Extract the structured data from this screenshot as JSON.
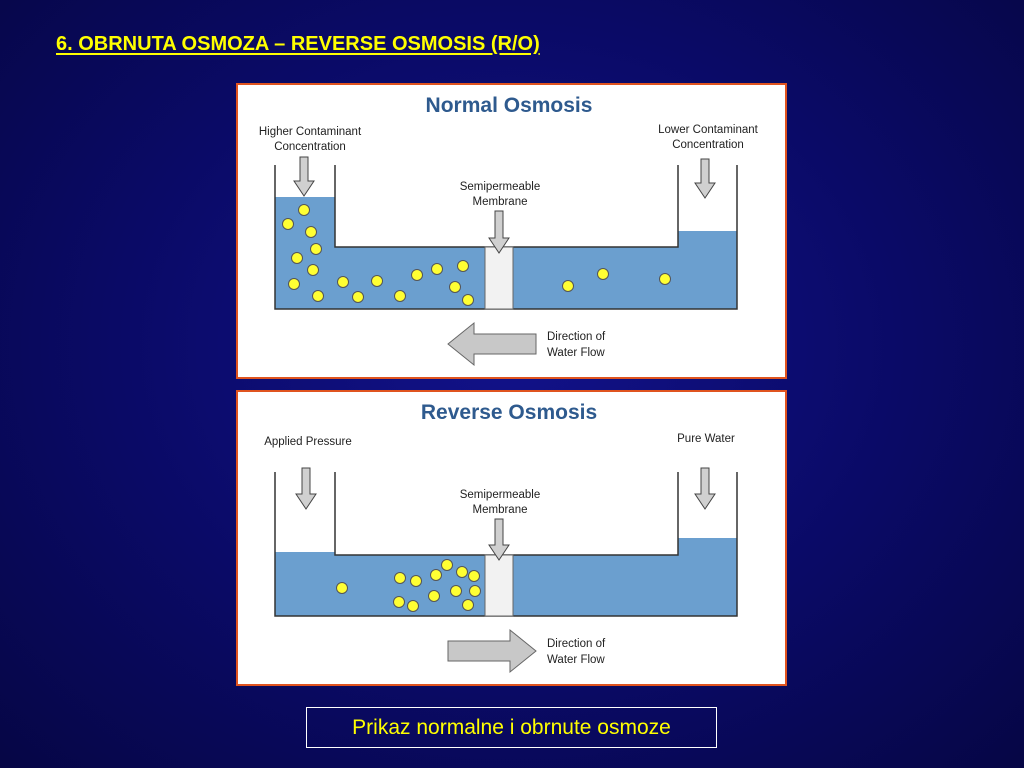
{
  "slide": {
    "title": "6. OBRNUTA OSMOZA – REVERSE OSMOSIS (R/O)",
    "caption": "Prikaz normalne i obrnute osmoze"
  },
  "colors": {
    "background": "#0a0a66",
    "title": "#ffff00",
    "panel_border": "#e0541f",
    "water": "#6b9fcf",
    "particle": "#ffff33",
    "arrow": "#c8c8c8",
    "panel_title": "#2e5a8e"
  },
  "normal": {
    "title": "Normal Osmosis",
    "left_label_1": "Higher Contaminant",
    "left_label_2": "Concentration",
    "right_label_1": "Lower Contaminant",
    "right_label_2": "Concentration",
    "membrane_label_1": "Semipermeable",
    "membrane_label_2": "Membrane",
    "flow_label_1": "Direction of",
    "flow_label_2": "Water Flow",
    "flow_direction": "left"
  },
  "reverse": {
    "title": "Reverse Osmosis",
    "left_label": "Applied Pressure",
    "right_label": "Pure Water",
    "membrane_label_1": "Semipermeable",
    "membrane_label_2": "Membrane",
    "flow_label_1": "Direction of",
    "flow_label_2": "Water Flow",
    "flow_direction": "right"
  }
}
